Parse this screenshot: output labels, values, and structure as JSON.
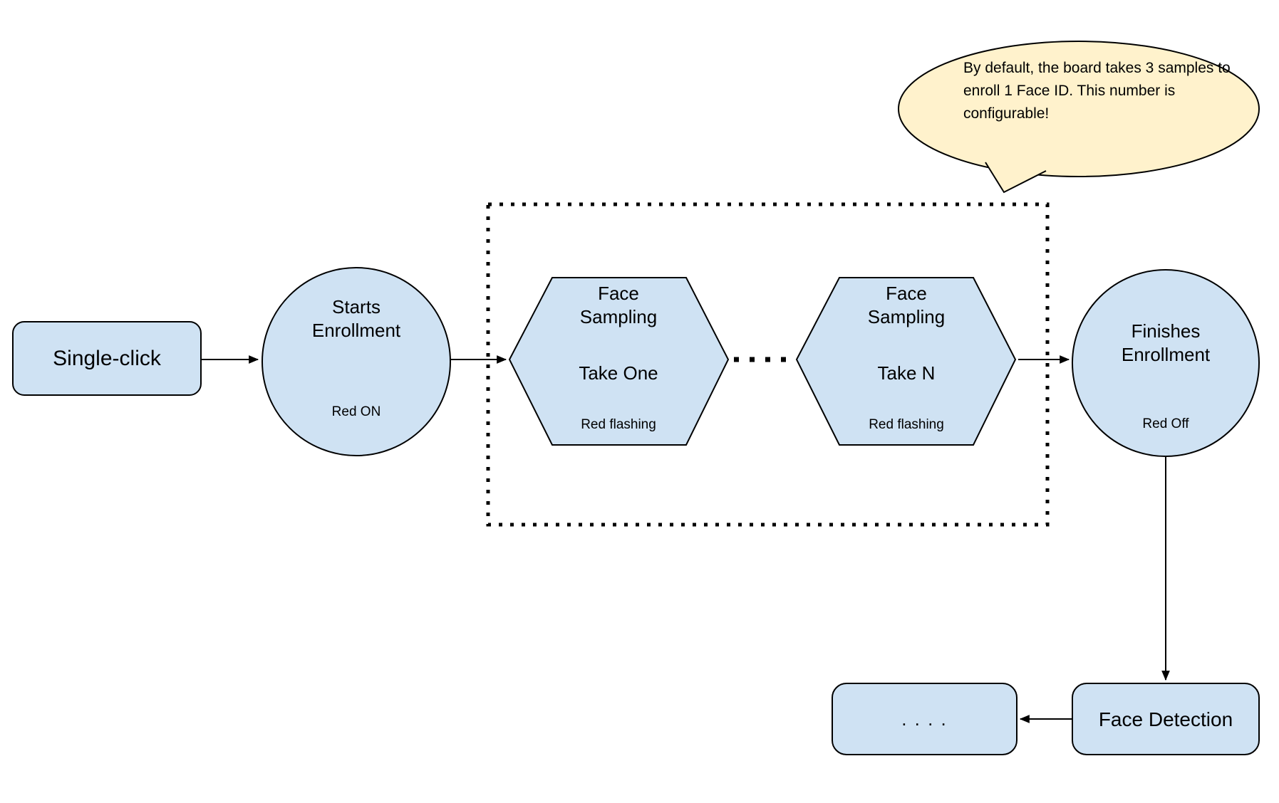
{
  "colors": {
    "node_fill": "#cfe2f3",
    "node_stroke": "#000000",
    "callout_fill": "#fff2cc",
    "callout_stroke": "#000000",
    "connector": "#000000"
  },
  "callout": {
    "line1": "By default, the board takes 3",
    "line2": "samples to enroll 1 Face ID.",
    "line3": "This number is configurable!"
  },
  "nodes": {
    "single_click": {
      "label": "Single-click"
    },
    "starts_enrollment": {
      "line1": "Starts",
      "line2": "Enrollment",
      "status": "Red ON"
    },
    "face_sampling_one": {
      "line1": "Face",
      "line2": "Sampling",
      "take": "Take One",
      "status": "Red flashing"
    },
    "face_sampling_n": {
      "line1": "Face",
      "line2": "Sampling",
      "take": "Take N",
      "status": "Red flashing"
    },
    "finishes_enrollment": {
      "line1": "Finishes",
      "line2": "Enrollment",
      "status": "Red Off"
    },
    "face_detection": {
      "line1": "Face",
      "line2": "Detection"
    },
    "continuation": {
      "label": ". . . ."
    }
  }
}
